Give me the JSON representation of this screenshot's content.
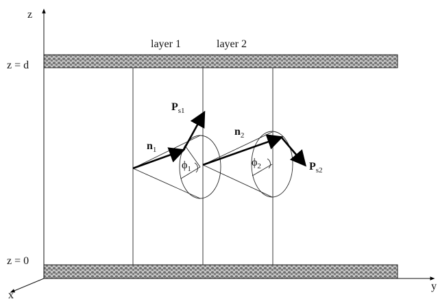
{
  "axes": {
    "z_label": "z",
    "y_label": "y",
    "x_label": "x",
    "z_top_label": "z = d",
    "z_bottom_label": "z = 0"
  },
  "layers": [
    {
      "label": "layer 1"
    },
    {
      "label": "layer 2"
    }
  ],
  "vectors": {
    "n1": {
      "main": "n",
      "sub": "1"
    },
    "n2": {
      "main": "n",
      "sub": "2"
    },
    "ps1": {
      "main": "P",
      "sub": "s1"
    },
    "ps2": {
      "main": "P",
      "sub": "s2"
    }
  },
  "angles": {
    "phi1": {
      "main": "ϕ",
      "sub": "1"
    },
    "phi2": {
      "main": "ϕ",
      "sub": "2"
    }
  },
  "colors": {
    "plate_fill": "#c9c9c9",
    "plate_dots": "#6d6d6d",
    "ink": "#111111"
  }
}
